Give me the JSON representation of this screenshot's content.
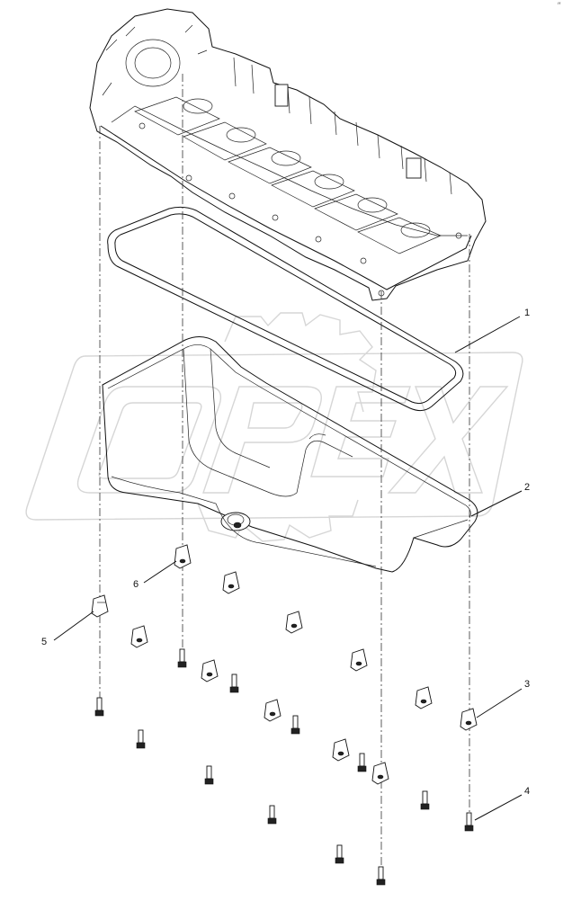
{
  "callouts": [
    {
      "id": "1",
      "label": "1"
    },
    {
      "id": "2",
      "label": "2"
    },
    {
      "id": "3",
      "label": "3"
    },
    {
      "id": "4",
      "label": "4"
    },
    {
      "id": "5",
      "label": "5"
    },
    {
      "id": "6",
      "label": "6"
    }
  ],
  "watermark": {
    "text": "OPEX"
  },
  "corner_mark": "′′"
}
